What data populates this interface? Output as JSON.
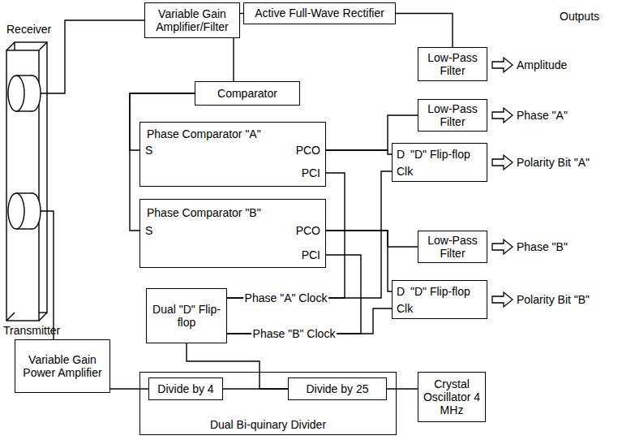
{
  "diagram": {
    "nodes": [
      {
        "text": [
          "Variable Gain Amplifier/Filter"
        ]
      },
      {
        "text": [
          "Active Full-Wave Rectifier"
        ]
      },
      {
        "text": [
          "Comparator"
        ]
      },
      {
        "text": [
          "Low-Pass Filter"
        ]
      },
      {
        "text": [
          "Phase Comparator \"A\"",
          "S",
          "PCO",
          "PCI"
        ]
      },
      {
        "text": [
          "Low-Pass Filter"
        ]
      },
      {
        "text": [
          "\"D\" Flip-flop",
          "D",
          "Clk"
        ]
      },
      {
        "text": [
          "Phase Comparator \"B\"",
          "S",
          "PCO",
          "PCI"
        ]
      },
      {
        "text": [
          "Low-Pass Filter"
        ]
      },
      {
        "text": [
          "\"D\" Flip-flop",
          "D",
          "Clk"
        ]
      },
      {
        "text": [
          "Dual \"D\" Flip-flop"
        ]
      },
      {
        "text": [
          "Variable Gain Power Amplifier"
        ]
      },
      {
        "text": [
          "Dual Bi-quinary Divider"
        ]
      },
      {
        "text": [
          "Divide by 4"
        ],
        "in": 12
      },
      {
        "text": [
          "Divide by 25"
        ],
        "in": 12
      },
      {
        "text": [
          "Crystal Oscillator 4 MHz"
        ]
      }
    ],
    "edges": [
      {
        "from": 0,
        "to": 1,
        "arrow": "none"
      },
      {
        "from": 0,
        "to": 2,
        "arrow": "none"
      },
      {
        "from": 1,
        "to": 3,
        "arrow": "none"
      },
      {
        "from": 2,
        "to": 4,
        "arrow": "none"
      },
      {
        "from": 2,
        "to": 7,
        "arrow": "none"
      },
      {
        "from": 4,
        "to": 5,
        "arrow": "none"
      },
      {
        "from": 4,
        "to": 6,
        "arrow": "none"
      },
      {
        "from": 7,
        "to": 8,
        "arrow": "none"
      },
      {
        "from": 7,
        "to": 9,
        "arrow": "none"
      },
      {
        "from": 10,
        "to": 4,
        "label": "Phase \"A\" Clock",
        "arrow": "none"
      },
      {
        "from": 10,
        "to": 6,
        "arrow": "none"
      },
      {
        "from": 10,
        "to": 7,
        "label": "Phase \"B\" Clock",
        "arrow": "none"
      },
      {
        "from": 10,
        "to": 9,
        "arrow": "none"
      },
      {
        "from": 14,
        "to": 10,
        "arrow": "none"
      },
      {
        "from": 14,
        "to": 13,
        "arrow": "none"
      },
      {
        "from": 15,
        "to": 14,
        "arrow": "none"
      },
      {
        "from": 13,
        "to": 11,
        "arrow": "none"
      }
    ],
    "labels": [
      "Receiver",
      "Transmitter",
      "Outputs",
      "Amplitude",
      "Phase \"A\"",
      "Polarity Bit \"A\"",
      "Phase \"B\"",
      "Polarity Bit \"B\""
    ]
  }
}
